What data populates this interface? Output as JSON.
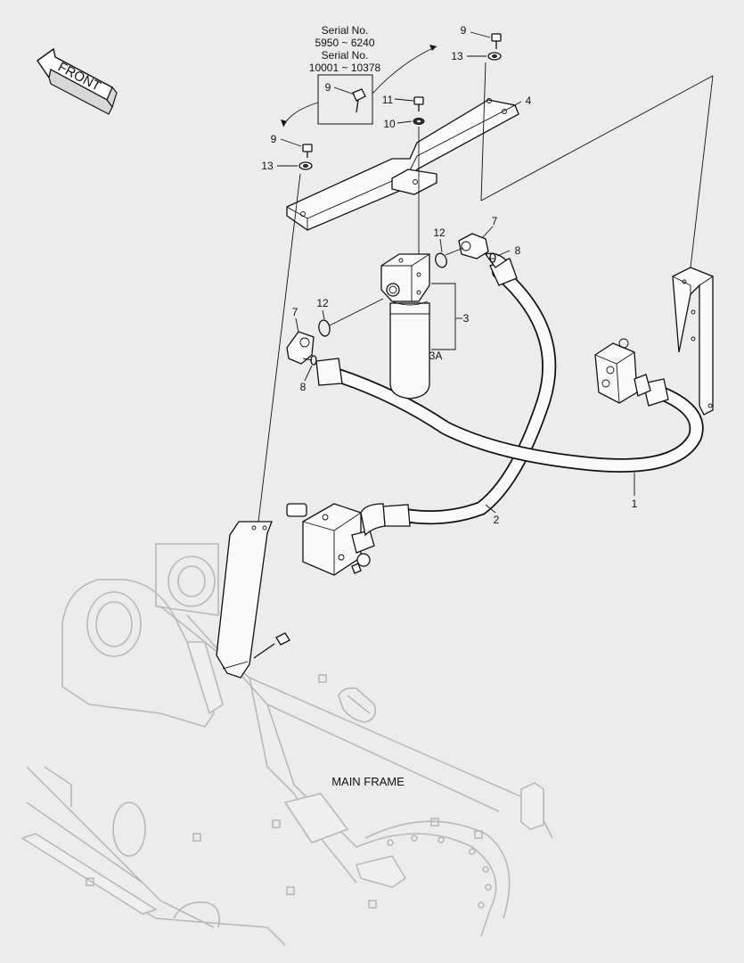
{
  "colors": {
    "background": "#ececec",
    "line": "#111111",
    "frame": "#b8b8b8"
  },
  "front_arrow": {
    "label": "FRONT"
  },
  "serial_note": {
    "line1": "Serial No.",
    "line2": "5950 ~ 6240",
    "line3": "Serial No.",
    "line4": "10001 ~ 10378"
  },
  "callouts": {
    "c9_top": "9",
    "c13_top": "13",
    "c9_box": "9",
    "c11": "11",
    "c10": "10",
    "c4": "4",
    "c9_left": "9",
    "c13_left": "13",
    "c12_right": "12",
    "c7_right": "7",
    "c8_right": "8",
    "c3": "3",
    "c3a": "3A",
    "c12_left": "12",
    "c7_left": "7",
    "c8_left": "8",
    "c1": "1",
    "c2": "2"
  },
  "main_frame_label": "MAIN FRAME"
}
